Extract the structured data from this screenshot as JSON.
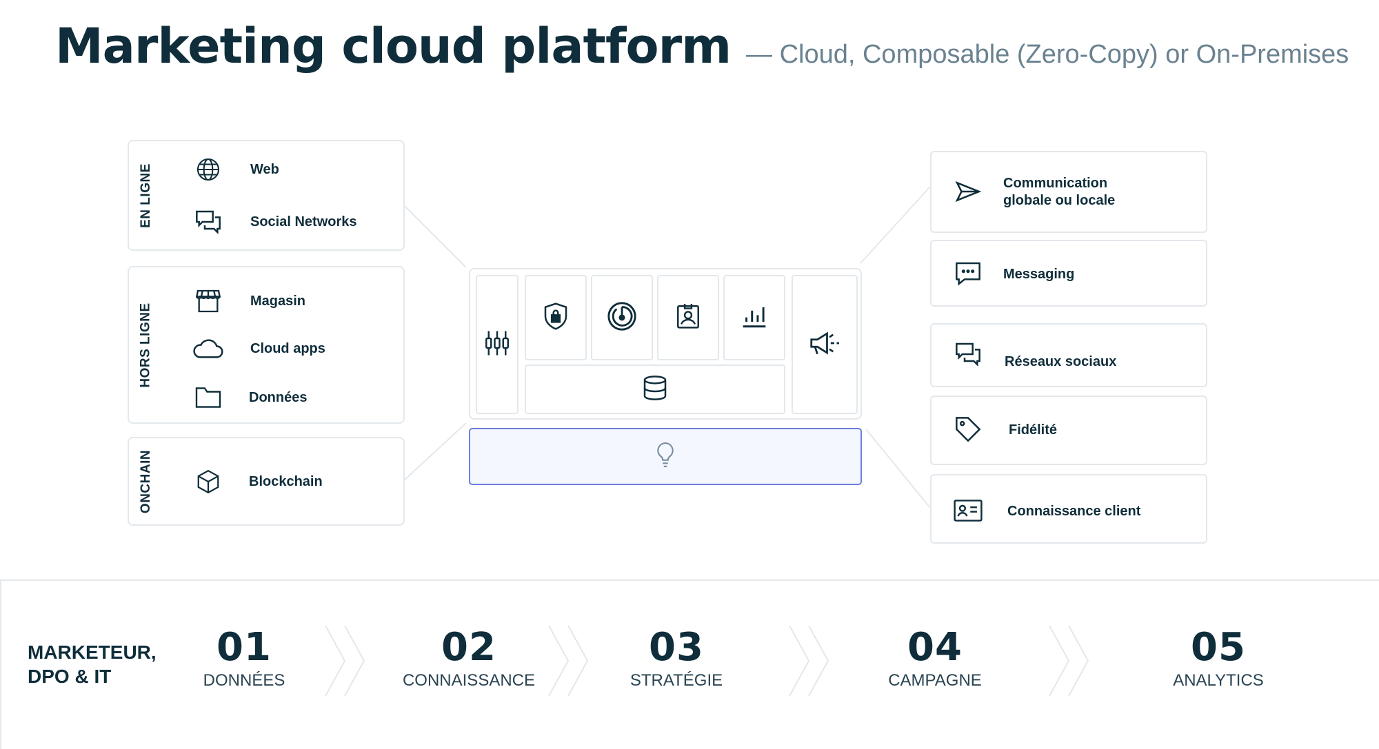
{
  "header": {
    "title": "Marketing cloud platform",
    "subtitle": "— Cloud, Composable (Zero-Copy) or On-Premises"
  },
  "sources": [
    {
      "group": "EN LIGNE",
      "items": [
        {
          "label": "Web",
          "icon": "globe-icon"
        },
        {
          "label": "Social Networks",
          "icon": "chat-bubbles-icon"
        }
      ]
    },
    {
      "group": "HORS LIGNE",
      "items": [
        {
          "label": "Magasin",
          "icon": "storefront-icon"
        },
        {
          "label": "Cloud apps",
          "icon": "cloud-icon"
        },
        {
          "label": "Données",
          "icon": "folder-icon"
        }
      ]
    },
    {
      "group": "ONCHAIN",
      "items": [
        {
          "label": "Blockchain",
          "icon": "cube-icon"
        }
      ]
    }
  ],
  "center_modules": [
    {
      "icon": "sliders-icon"
    },
    {
      "icon": "shield-lock-icon"
    },
    {
      "icon": "power-gauge-icon"
    },
    {
      "icon": "contact-card-icon"
    },
    {
      "icon": "bar-chart-icon"
    },
    {
      "icon": "megaphone-icon"
    },
    {
      "icon": "database-icon"
    },
    {
      "icon": "lightbulb-icon"
    }
  ],
  "outputs": [
    {
      "label": "Communication\nglobale ou locale",
      "line1": "Communication",
      "line2": "globale ou locale",
      "icon": "send-icon"
    },
    {
      "label": "Messaging",
      "icon": "message-dots-icon"
    },
    {
      "label": "Réseaux sociaux",
      "icon": "chat-bubbles-icon"
    },
    {
      "label": "Fidélité",
      "icon": "tag-icon"
    },
    {
      "label": "Connaissance client",
      "icon": "id-card-icon"
    }
  ],
  "process": {
    "audience_line1": "MARKETEUR,",
    "audience_line2": "DPO & IT",
    "steps": [
      {
        "num": "01",
        "name": "DONNÉES"
      },
      {
        "num": "02",
        "name": "CONNAISSANCE"
      },
      {
        "num": "03",
        "name": "STRATÉGIE"
      },
      {
        "num": "04",
        "name": "CAMPAGNE"
      },
      {
        "num": "05",
        "name": "ANALYTICS"
      }
    ]
  },
  "colors": {
    "text": "#0f2d3a",
    "border": "#e3e8ec",
    "accent": "#6b7fdc",
    "chevron": "#e3e8ec"
  }
}
